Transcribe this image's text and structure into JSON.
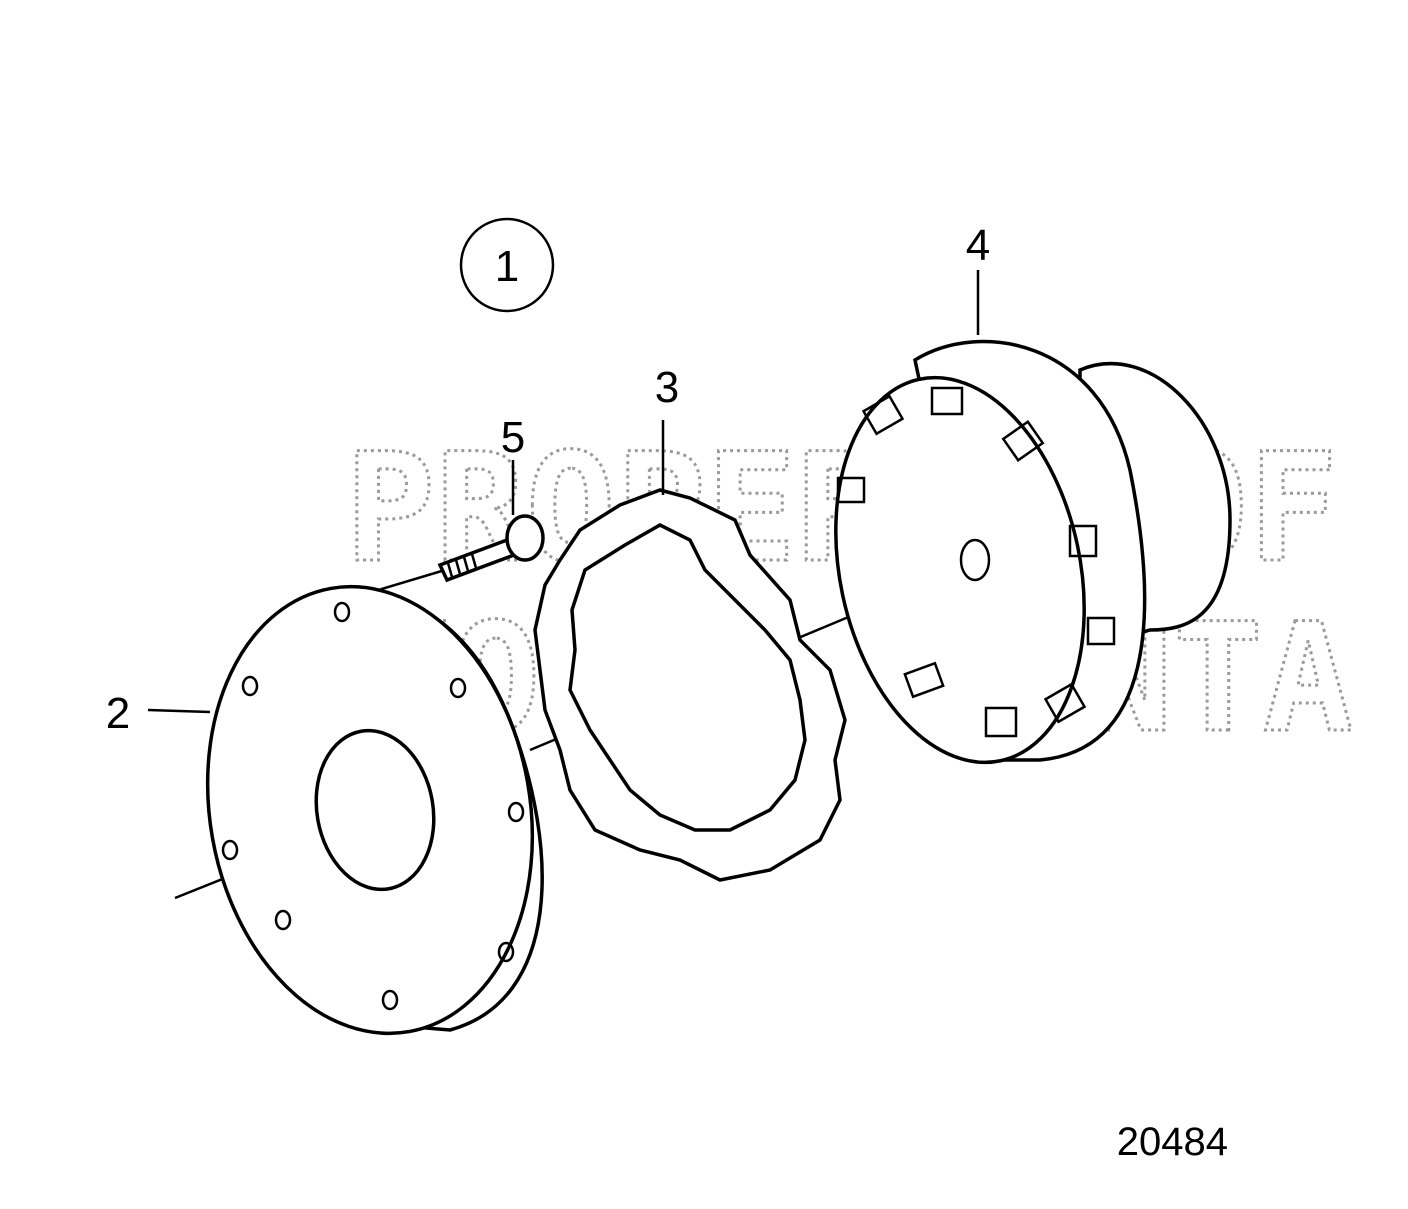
{
  "callouts": {
    "group": "1",
    "flange": "2",
    "element": "3",
    "hub": "4",
    "screw": "5"
  },
  "figure_number": "20484",
  "watermark": {
    "line1": "PROPERTY OF",
    "line2": "VOLVO PENTA"
  },
  "colors": {
    "ink": "#000000",
    "watermark": "#9a9a9a",
    "background": "#ffffff"
  }
}
